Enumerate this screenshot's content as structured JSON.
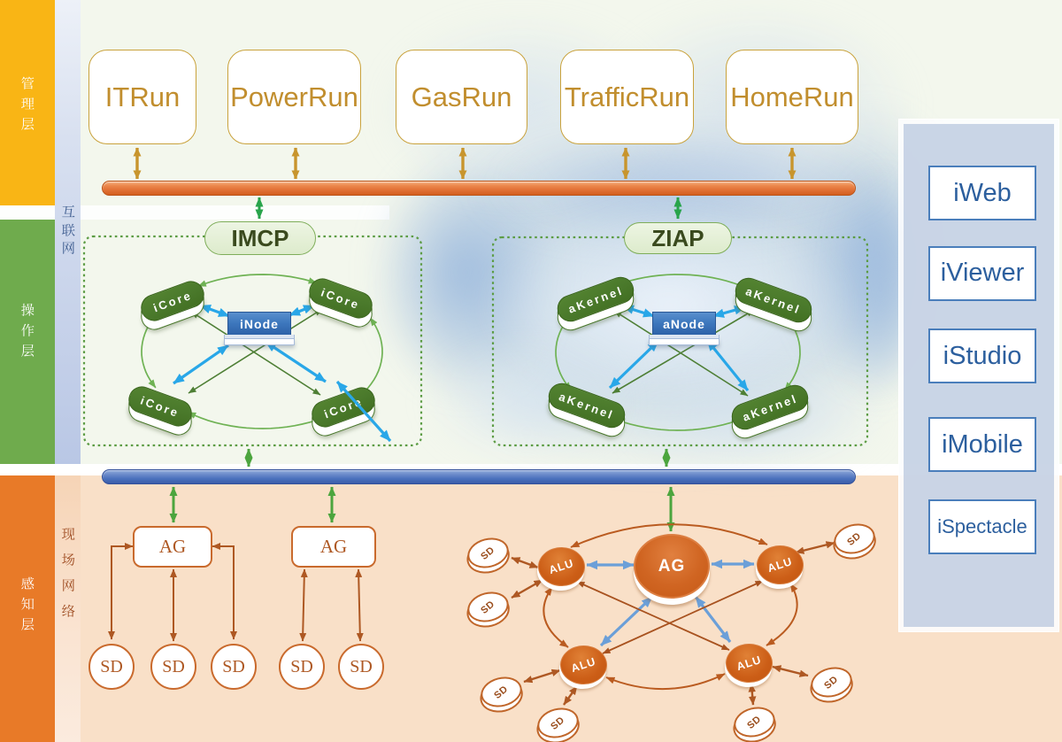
{
  "diagram": {
    "type": "iot-platform-architecture"
  },
  "layers": {
    "management": {
      "label": "管理层",
      "color": "#F9B515"
    },
    "operation": {
      "label": "操作层",
      "color": "#6FAB4D"
    },
    "perception": {
      "label": "感知层",
      "color": "#E87A28"
    }
  },
  "strips": {
    "internet": {
      "label": "互联网",
      "text_color": "#3D5C8F"
    },
    "field_network": {
      "label": "现场网络",
      "text_color": "#9E4B20"
    }
  },
  "management_apps": [
    "ITRun",
    "PowerRun",
    "GasRun",
    "TrafficRun",
    "HomeRun"
  ],
  "buses": {
    "internet_bus_color": "#E4763B",
    "field_bus_color": "#4A71BC"
  },
  "clusters": {
    "imcp": {
      "label": "IMCP",
      "center_node": "iNode",
      "ring_nodes": [
        "iCore",
        "iCore",
        "iCore",
        "iCore"
      ]
    },
    "ziap": {
      "label": "ZIAP",
      "center_node": "aNode",
      "ring_nodes": [
        "aKernel",
        "aKernel",
        "aKernel",
        "aKernel"
      ]
    }
  },
  "client_panel": {
    "apps": [
      "iWeb",
      "iViewer",
      "iStudio",
      "iMobile",
      "iSpectacle"
    ]
  },
  "field_network": {
    "tree_groups": [
      {
        "gateway": "AG",
        "devices": [
          "SD",
          "SD",
          "SD"
        ]
      },
      {
        "gateway": "AG",
        "devices": [
          "SD",
          "SD"
        ]
      }
    ],
    "star_group": {
      "hub": "AG",
      "controllers": [
        "ALU",
        "ALU",
        "ALU",
        "ALU"
      ],
      "devices": [
        "SD",
        "SD",
        "SD",
        "SD",
        "SD",
        "SD",
        "SD"
      ]
    }
  },
  "arrow_colors": {
    "gold": "#C8952D",
    "green": "#28A44B",
    "leaf_green": "#4CA53E",
    "ring_green": "#6FB254",
    "dark_green": "#4E7F35",
    "bright_blue": "#29A7E8",
    "soft_blue": "#6B9FD8",
    "orange": "#AE5823",
    "dark_orange": "#A8521F"
  }
}
